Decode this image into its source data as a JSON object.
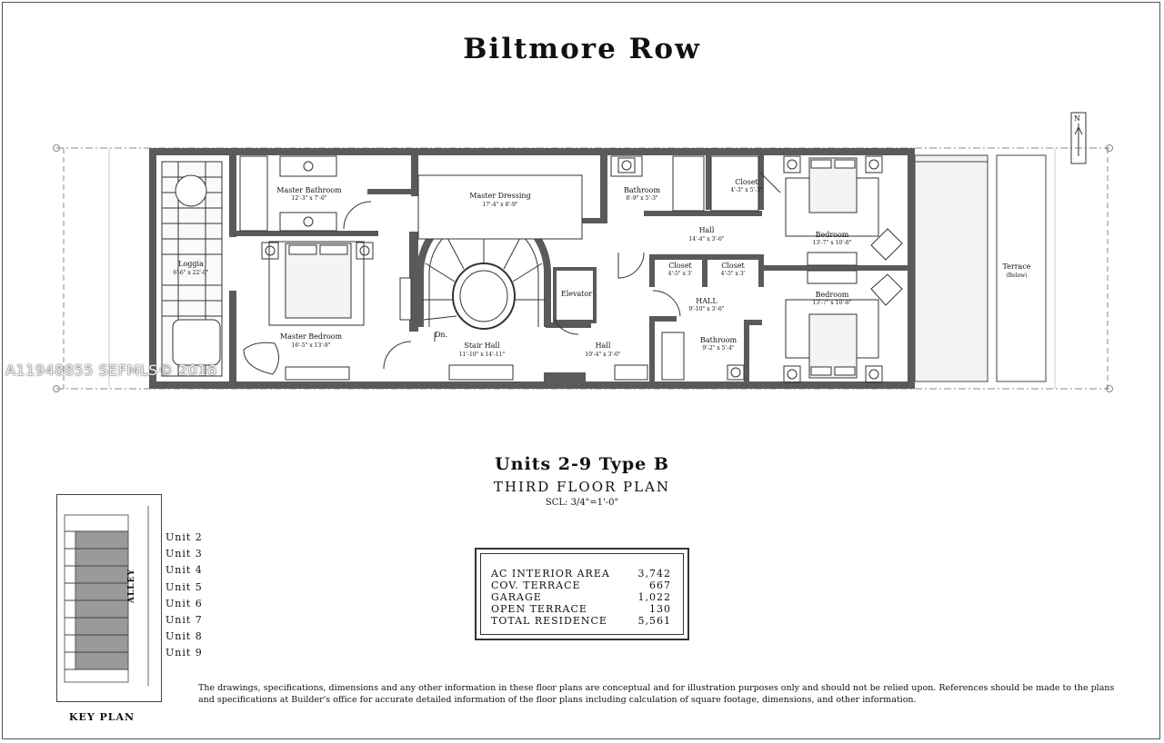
{
  "title": "Biltmore Row",
  "plan": {
    "rooms": {
      "loggia": {
        "name": "Loggia",
        "dim": "6'-6\" x 22'-0\""
      },
      "master_bathroom": {
        "name": "Master Bathroom",
        "dim": "12'-3\" x 7'-6\""
      },
      "master_dressing": {
        "name": "Master Dressing",
        "dim": "17'-4\" x 8'-9\""
      },
      "bathroom_1": {
        "name": "Bathroom",
        "dim": "8'-9\" x 5'-3\""
      },
      "closet_1": {
        "name": "Closet",
        "dim": "4'-3\" x 5'-3\""
      },
      "hall_1": {
        "name": "Hall",
        "dim": "14'-4\" x 3'-6\""
      },
      "bedroom_1": {
        "name": "Bedroom",
        "dim": "13'-7\" x 10'-8\""
      },
      "closet_2": {
        "name": "Closet",
        "dim": "4'-5\" x 3'"
      },
      "closet_3": {
        "name": "Closet",
        "dim": "4'-5\" x 3'"
      },
      "elevator": {
        "name": "Elevator"
      },
      "hall_2": {
        "name": "HALL",
        "dim": "9'-10\" x 3'-6\""
      },
      "bedroom_2": {
        "name": "Bedroom",
        "dim": "13'-7\" x 10'-8\""
      },
      "master_bedroom": {
        "name": "Master Bedroom",
        "dim": "16'-5\" x 13'-9\""
      },
      "stair_hall": {
        "name": "Stair Hall",
        "dim": "11'-10\" x 14'-11\""
      },
      "hall_3": {
        "name": "Hall",
        "dim": "10'-4\" x 3'-0\""
      },
      "bathroom_2": {
        "name": "Bathroom",
        "dim": "9'-2\" x 5'-4\""
      },
      "terrace": {
        "name": "Terrace",
        "note": "(Below)"
      }
    },
    "stair_dn": "Dn.",
    "north": "N"
  },
  "unit_title": "Units 2-9 Type B",
  "floor_title": "THIRD FLOOR PLAN",
  "scale": "SCL: 3/4\"=1'-0\"",
  "areas": [
    {
      "label": "AC INTERIOR AREA",
      "value": "3,742"
    },
    {
      "label": "COV. TERRACE",
      "value": "667"
    },
    {
      "label": "GARAGE",
      "value": "1,022"
    },
    {
      "label": "OPEN TERRACE",
      "value": "130"
    },
    {
      "label": "TOTAL RESIDENCE",
      "value": "5,561"
    }
  ],
  "key_plan": {
    "label": "KEY PLAN",
    "alley": "ALLEY",
    "units": [
      "Unit 2",
      "Unit 3",
      "Unit 4",
      "Unit 5",
      "Unit 6",
      "Unit 7",
      "Unit 8",
      "Unit 9"
    ]
  },
  "disclaimer": "The drawings, specifications, dimensions and any other information in these floor plans are conceptual and for illustration purposes only and should not be relied upon. References should be made to the plans and specifications at Builder's office for accurate detailed information of the floor plans including calculation of square footage, dimensions, and other information.",
  "watermark": "A11948855 SEFMLS© 2016"
}
